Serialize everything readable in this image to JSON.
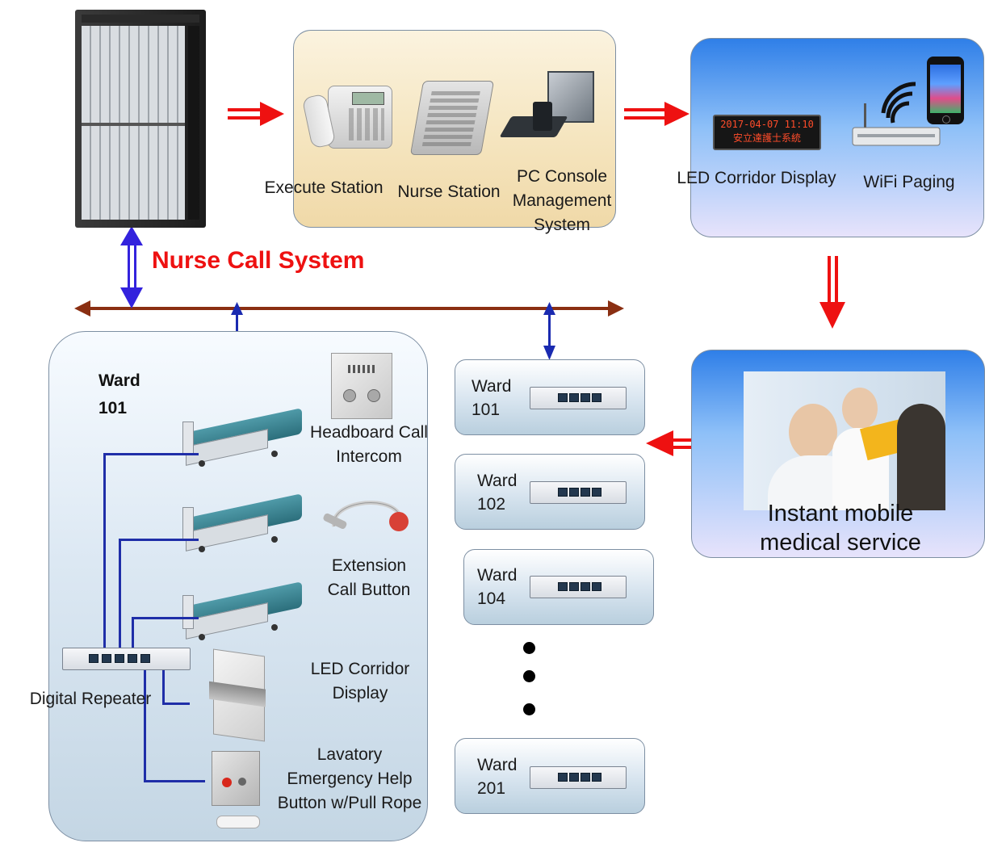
{
  "title": "Nurse Call System",
  "top_devices": {
    "execute_station": "Execute Station",
    "nurse_station": "Nurse Station",
    "pc_console": "PC Console\nManagement\nSystem"
  },
  "paging": {
    "led_display": "LED Corridor Display",
    "wifi_paging": "WiFi Paging",
    "led_screen_line1": "2017-04-07 11:10",
    "led_screen_line2": "安立達護士系統"
  },
  "mobile": {
    "label": "Instant mobile\nmedical service"
  },
  "ward_detail": {
    "title": "Ward\n101",
    "headboard": "Headboard Call\nIntercom",
    "extension": "Extension\nCall Button",
    "led_corridor": "LED Corridor\nDisplay",
    "lavatory": "Lavatory\nEmergency Help\nButton w/Pull Rope",
    "repeater": "Digital Repeater"
  },
  "wards": [
    {
      "label": "Ward\n101"
    },
    {
      "label": "Ward\n102"
    },
    {
      "label": "Ward\n104"
    },
    {
      "label": "Ward\n201"
    }
  ],
  "colors": {
    "red_arrow": "#ee1111",
    "bus": "#8a2f12",
    "blue_link": "#1a2ab0",
    "title": "#ee1111"
  }
}
